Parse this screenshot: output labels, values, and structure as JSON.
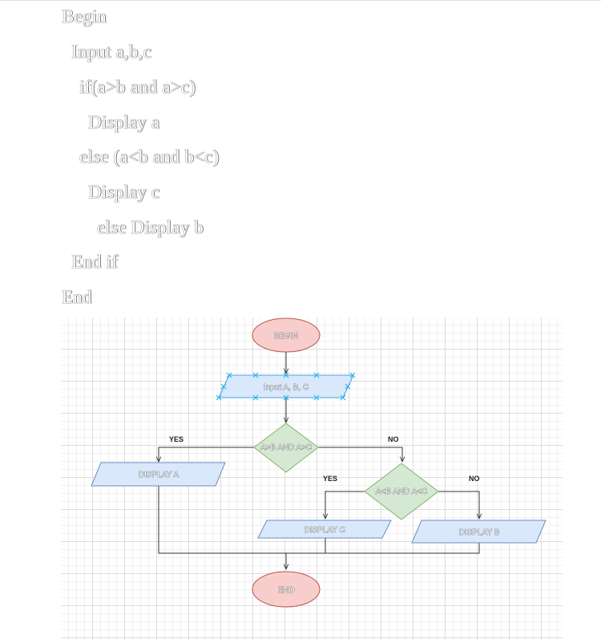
{
  "pseudocode": {
    "lines": [
      "Begin",
      "Input a,b,c",
      "if(a>b and a>c)",
      "Display a",
      "else (a<b and b<c)",
      "Display c",
      "else Display b",
      "End if",
      "End"
    ]
  },
  "flowchart": {
    "nodes": {
      "begin": "BEGIN",
      "input": "Input A, B, C",
      "decision1": "A>B AND A>C",
      "display_a": "DISPLAY A",
      "decision2": "A<B AND A<C",
      "display_c": "DISPLAY C",
      "display_b": "DISPLAY B",
      "end": "END"
    },
    "edge_labels": {
      "d1_yes": "YES",
      "d1_no": "NO",
      "d2_yes": "YES",
      "d2_no": "NO"
    },
    "colors": {
      "terminal_fill": "#f8cecc",
      "terminal_stroke": "#b85450",
      "io_fill": "#dae8fc",
      "io_stroke": "#6c8ebf",
      "decision_fill": "#d5e8d4",
      "decision_stroke": "#82b366"
    }
  }
}
